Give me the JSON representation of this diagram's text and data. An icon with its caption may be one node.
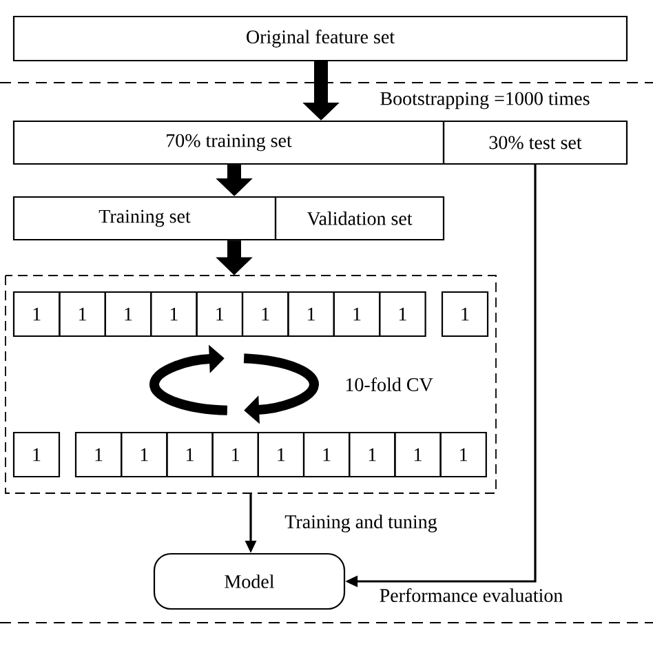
{
  "diagram": {
    "nodes": [
      {
        "text": [
          "Original feature set"
        ]
      },
      {
        "text": [
          "70% training set"
        ]
      },
      {
        "text": [
          "30% test set"
        ]
      },
      {
        "text": [
          "Training set"
        ]
      },
      {
        "text": [
          "Validation set"
        ]
      },
      {
        "text": [
          "10-fold CV"
        ]
      },
      {
        "text": [
          "1"
        ],
        "in": 5
      },
      {
        "text": [
          "1"
        ],
        "in": 5
      },
      {
        "text": [
          "1"
        ],
        "in": 5
      },
      {
        "text": [
          "1"
        ],
        "in": 5
      },
      {
        "text": [
          "1"
        ],
        "in": 5
      },
      {
        "text": [
          "1"
        ],
        "in": 5
      },
      {
        "text": [
          "1"
        ],
        "in": 5
      },
      {
        "text": [
          "1"
        ],
        "in": 5
      },
      {
        "text": [
          "1"
        ],
        "in": 5
      },
      {
        "text": [
          "1"
        ],
        "in": 5
      },
      {
        "text": [
          "1"
        ],
        "in": 5
      },
      {
        "text": [
          "1"
        ],
        "in": 5
      },
      {
        "text": [
          "1"
        ],
        "in": 5
      },
      {
        "text": [
          "1"
        ],
        "in": 5
      },
      {
        "text": [
          "1"
        ],
        "in": 5
      },
      {
        "text": [
          "1"
        ],
        "in": 5
      },
      {
        "text": [
          "1"
        ],
        "in": 5
      },
      {
        "text": [
          "1"
        ],
        "in": 5
      },
      {
        "text": [
          "1"
        ],
        "in": 5
      },
      {
        "text": [
          "1"
        ],
        "in": 5
      },
      {
        "text": [
          "Model"
        ]
      }
    ],
    "edges": [
      {
        "from": 0,
        "to": 1,
        "arrow": "to",
        "label": "Bootstrapping =1000 times"
      },
      {
        "from": 1,
        "to": 3,
        "arrow": "to"
      },
      {
        "from": 3,
        "to": 5,
        "arrow": "to"
      },
      {
        "from": 5,
        "to": 26,
        "arrow": "to",
        "label": "Training and tuning"
      },
      {
        "from": 2,
        "to": 26,
        "arrow": "to",
        "label": "Performance evaluation"
      }
    ]
  }
}
